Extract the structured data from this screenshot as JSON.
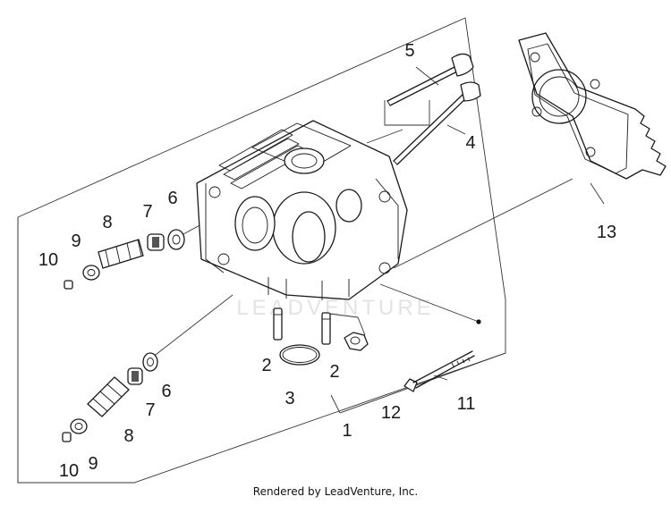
{
  "watermark": "LEADVENTURE",
  "credit": "Rendered by LeadVenture, Inc.",
  "callouts": {
    "c1": "1",
    "c2a": "2",
    "c2b": "2",
    "c3": "3",
    "c4": "4",
    "c5": "5",
    "c6a": "6",
    "c6b": "6",
    "c7a": "7",
    "c7b": "7",
    "c8a": "8",
    "c8b": "8",
    "c9a": "9",
    "c9b": "9",
    "c10a": "10",
    "c10b": "10",
    "c11": "11",
    "c12": "12",
    "c13": "13"
  }
}
